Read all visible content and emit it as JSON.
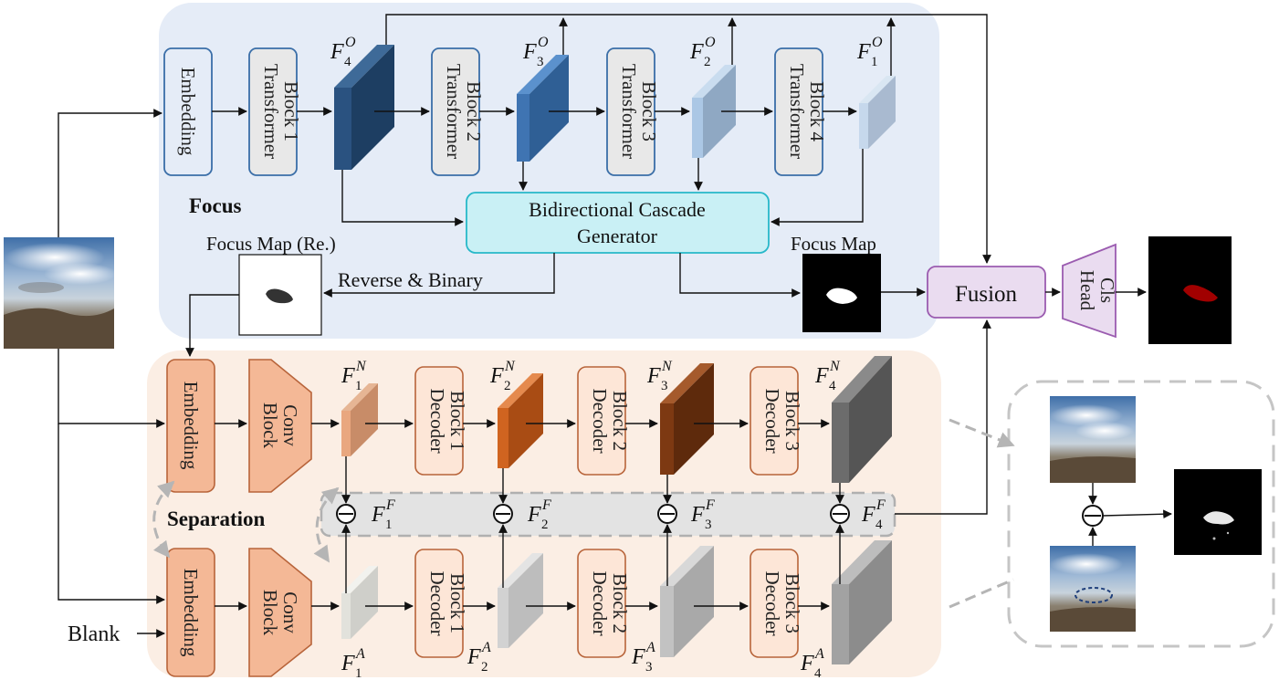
{
  "focus": {
    "section_label": "Focus",
    "blocks": {
      "embedding": "Embedding",
      "t1": [
        "Transformer",
        "Block 1"
      ],
      "t2": [
        "Transformer",
        "Block 2"
      ],
      "t3": [
        "Transformer",
        "Block 3"
      ],
      "t4": [
        "Transformer",
        "Block 4"
      ]
    },
    "features": {
      "f4": {
        "base": "F",
        "sub": "4",
        "sup": "O"
      },
      "f3": {
        "base": "F",
        "sub": "3",
        "sup": "O"
      },
      "f2": {
        "base": "F",
        "sub": "2",
        "sup": "O"
      },
      "f1": {
        "base": "F",
        "sub": "1",
        "sup": "O"
      }
    },
    "generator": [
      "Bidirectional Cascade",
      "Generator"
    ],
    "focus_map_re_label": "Focus Map (Re.)",
    "reverse_binary_label": "Reverse & Binary",
    "focus_map_label": "Focus Map"
  },
  "fusion_label": "Fusion",
  "cls_head": [
    "Cls",
    "Head"
  ],
  "separation": {
    "section_label": "Separation",
    "blank_label": "Blank",
    "blocks": {
      "embedding_top": "Embedding",
      "conv_top": [
        "Conv",
        "Block"
      ],
      "embedding_bottom": "Embedding",
      "conv_bottom": [
        "Conv",
        "Block"
      ],
      "d1_top": [
        "Decoder",
        "Block 1"
      ],
      "d2_top": [
        "Decoder",
        "Block 2"
      ],
      "d3_top": [
        "Decoder",
        "Block 3"
      ],
      "d1_bottom": [
        "Decoder",
        "Block 1"
      ],
      "d2_bottom": [
        "Decoder",
        "Block 2"
      ],
      "d3_bottom": [
        "Decoder",
        "Block 3"
      ]
    },
    "features_n": [
      {
        "base": "F",
        "sub": "1",
        "sup": "N"
      },
      {
        "base": "F",
        "sub": "2",
        "sup": "N"
      },
      {
        "base": "F",
        "sub": "3",
        "sup": "N"
      },
      {
        "base": "F",
        "sub": "4",
        "sup": "N"
      }
    ],
    "features_f": [
      {
        "base": "F",
        "sub": "1",
        "sup": "F"
      },
      {
        "base": "F",
        "sub": "2",
        "sup": "F"
      },
      {
        "base": "F",
        "sub": "3",
        "sup": "F"
      },
      {
        "base": "F",
        "sub": "4",
        "sup": "F"
      }
    ],
    "features_a": [
      {
        "base": "F",
        "sub": "1",
        "sup": "A"
      },
      {
        "base": "F",
        "sub": "2",
        "sup": "A"
      },
      {
        "base": "F",
        "sub": "3",
        "sup": "A"
      },
      {
        "base": "F",
        "sub": "4",
        "sup": "A"
      }
    ]
  },
  "colors": {
    "focus_bg": "#e5ecf7",
    "separation_bg": "#fbeee4",
    "generator_fill": "#c9f0f5",
    "generator_stroke": "#27b8c9",
    "fusion_fill": "#eadcf0",
    "fusion_stroke": "#9b5cb0",
    "orange_block": "#f4b896",
    "orange_stroke": "#b8643a",
    "decoder_fill": "#fde6d7",
    "transformer_fill": "#e8e8e8",
    "embed_stroke": "#3a6ea8"
  }
}
